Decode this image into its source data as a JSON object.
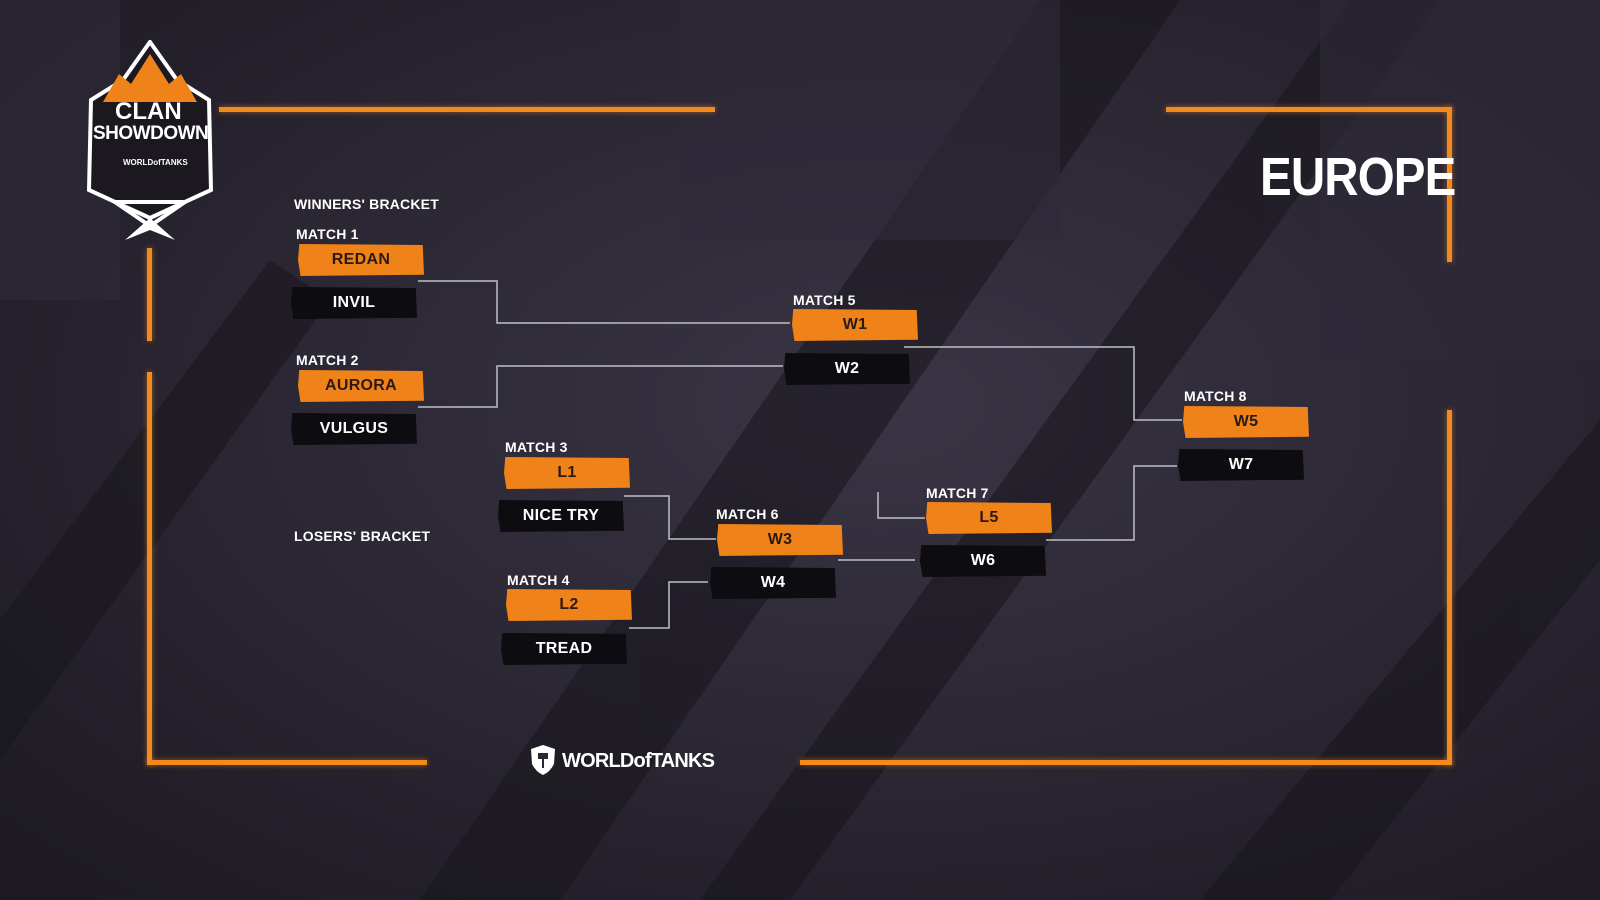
{
  "event": {
    "logo_line1": "CLAN",
    "logo_line2": "SHOWDOWN",
    "logo_sub": "WORLDofTANKS",
    "region": "EUROPE",
    "footer_brand": "WORLDofTANKS"
  },
  "colors": {
    "accent": "#f0821a",
    "dark_slot": "#0d0c10",
    "background": "#2a2533",
    "connector": "#bfbfc6"
  },
  "bracket": {
    "winners_label": "WINNERS' BRACKET",
    "losers_label": "LOSERS' BRACKET",
    "matches": [
      {
        "label": "MATCH 1",
        "top": "REDAN",
        "bottom": "INVIL"
      },
      {
        "label": "MATCH 2",
        "top": "AURORA",
        "bottom": "VULGUS"
      },
      {
        "label": "MATCH 3",
        "top": "L1",
        "bottom": "NICE TRY"
      },
      {
        "label": "MATCH 4",
        "top": "L2",
        "bottom": "TREAD"
      },
      {
        "label": "MATCH 5",
        "top": "W1",
        "bottom": "W2"
      },
      {
        "label": "MATCH 6",
        "top": "W3",
        "bottom": "W4"
      },
      {
        "label": "MATCH 7",
        "top": "L5",
        "bottom": "W6"
      },
      {
        "label": "MATCH 8",
        "top": "W5",
        "bottom": "W7"
      }
    ]
  }
}
